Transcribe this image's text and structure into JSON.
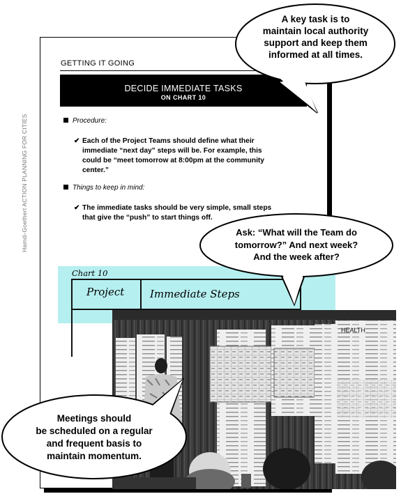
{
  "sidebar_text": "Hamdi-Goethert ACTION PLANNING FOR CITIES",
  "section_label": "GETTING IT GOING",
  "title_box": {
    "title": "DECIDE IMMEDIATE TASKS",
    "subtitle": "ON CHART 10"
  },
  "procedure": {
    "heading": "Procedure:",
    "lines": [
      "Each of the Project Teams should define what their",
      "immediate “next day” steps will be.  For example, this",
      "could be “meet tomorrow at 8:00pm at the community",
      "center.”"
    ]
  },
  "things_to_keep_in_mind": {
    "heading": "Things to keep in mind:",
    "lines": [
      "The immediate tasks should be very simple, small steps",
      "that give the “push” to start things off."
    ]
  },
  "chart": {
    "label": "Chart 10",
    "col1": "Project",
    "col2": "Immediate Steps"
  },
  "bubbles": {
    "top": [
      "A  key task is to",
      "maintain local authority",
      "support and keep them",
      "informed at all times."
    ],
    "middle": [
      "Ask: “What will the Team do",
      "tomorrow?”   And next week?",
      "And the week after?"
    ],
    "bottom": [
      "Meetings should",
      "be scheduled on a regular",
      "and frequent basis to",
      "maintain momentum."
    ]
  },
  "photo_board_text": "HEALTH"
}
